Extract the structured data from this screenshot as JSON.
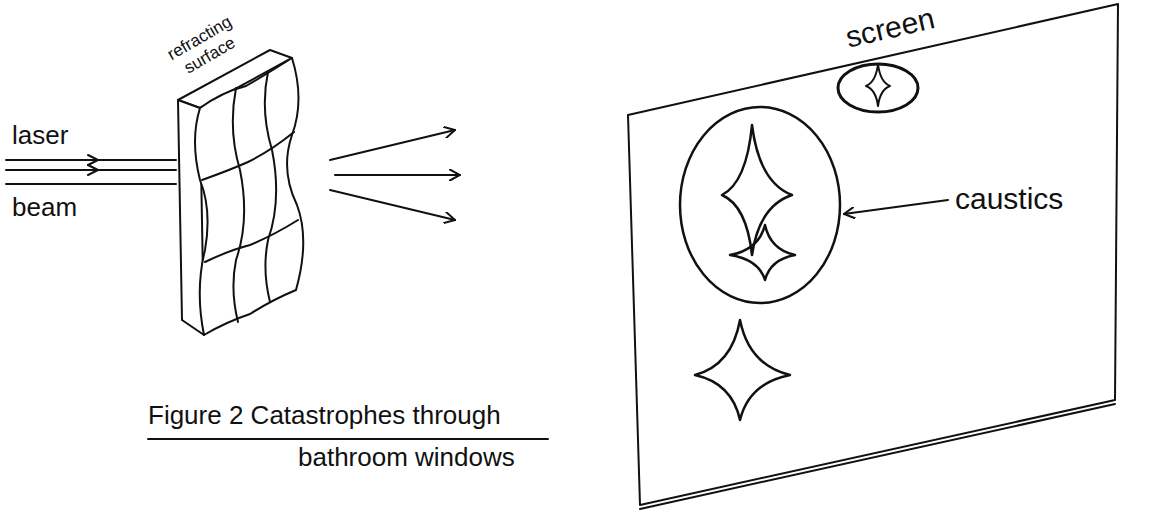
{
  "diagram": {
    "caption": "Figure 2 Catastrophes through bathroom windows",
    "labels": [
      "refracting surface",
      "laser",
      "beam",
      "screen",
      "caustics"
    ]
  }
}
